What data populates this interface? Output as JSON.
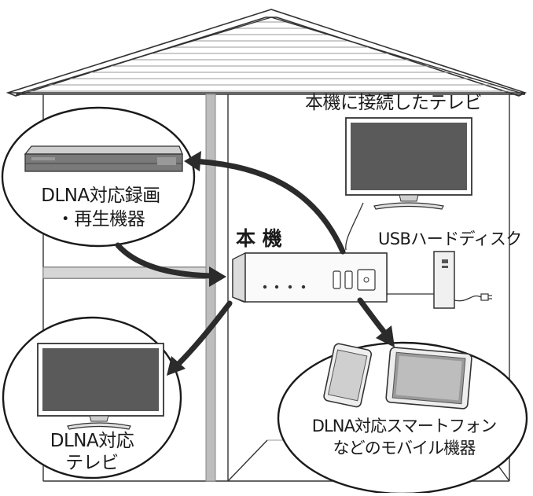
{
  "labels": {
    "tv_connected": "本機に接続したテレビ",
    "main_unit": "本 機",
    "usb_hdd": "USBハードディスク",
    "recorder_line1": "DLNA対応録画",
    "recorder_line2": "・再生機器",
    "dlna_tv_line1": "DLNA対応",
    "dlna_tv_line2": "テレビ",
    "mobile_line1": "DLNA対応スマートフォン",
    "mobile_line2": "などのモバイル機器"
  },
  "colors": {
    "stroke": "#333333",
    "wall": "#bdbdbd",
    "arrow": "#2b2b2b",
    "screen": "#5a5a5a",
    "device_body": "#e6e6e6",
    "recorder_dark": "#7a7a7a"
  }
}
